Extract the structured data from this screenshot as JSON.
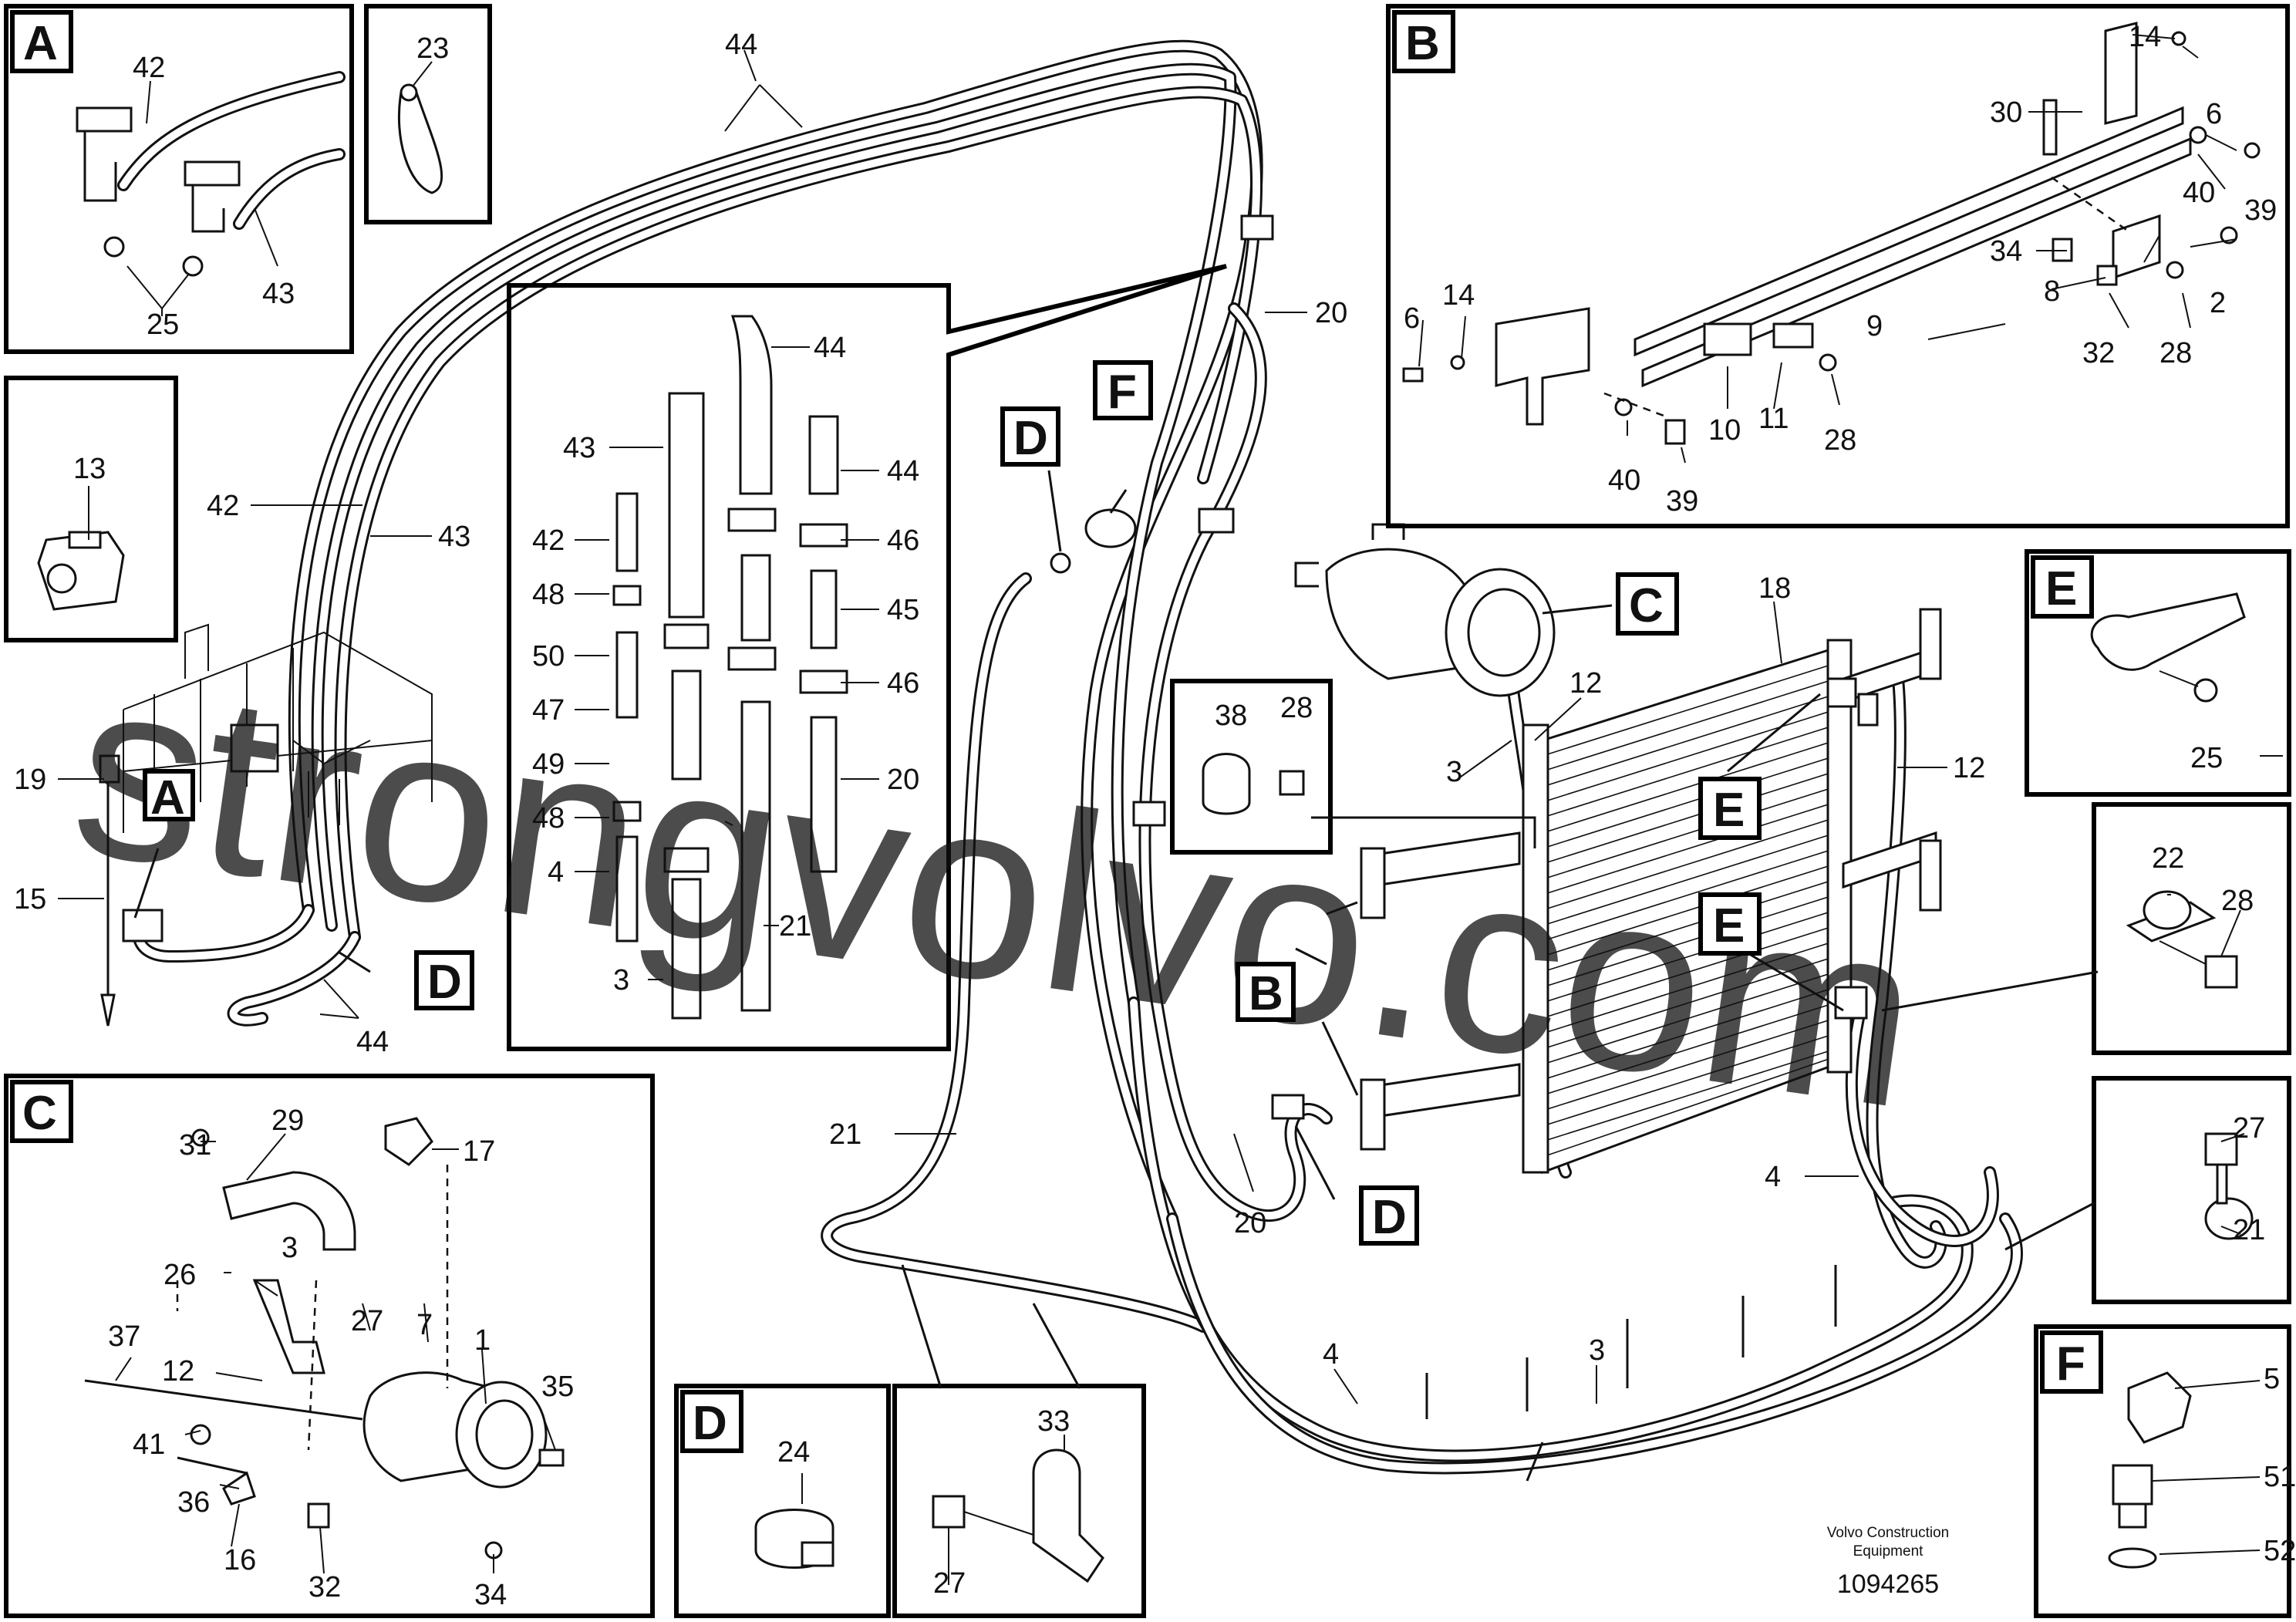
{
  "panels": {
    "A": "A",
    "B": "B",
    "C": "C",
    "D": "D",
    "E": "E",
    "F": "F"
  },
  "callouts": {
    "C": "C",
    "D1": "D",
    "D2": "D",
    "E1": "E",
    "E2": "E",
    "F": "F",
    "A_main": "A",
    "B_main": "B"
  },
  "labels": {
    "A": [
      "42",
      "25",
      "43"
    ],
    "p23": "23",
    "p13": "13",
    "B": [
      "14",
      "6",
      "30",
      "40",
      "39",
      "34",
      "8",
      "2",
      "9",
      "32",
      "28",
      "6",
      "14",
      "10",
      "11",
      "28",
      "40",
      "39"
    ],
    "E": "25",
    "p22": [
      "22",
      "28"
    ],
    "p27": [
      "27",
      "21"
    ],
    "F": [
      "5",
      "51",
      "52"
    ],
    "C": [
      "29",
      "31",
      "17",
      "26",
      "3",
      "27",
      "7",
      "37",
      "12",
      "1",
      "35",
      "41",
      "36",
      "16",
      "32",
      "34"
    ],
    "D": "24",
    "p33": [
      "33",
      "27"
    ],
    "inset": [
      "44",
      "43",
      "44",
      "42",
      "46",
      "48",
      "45",
      "50",
      "47",
      "46",
      "49",
      "20",
      "48",
      "4",
      "21",
      "3"
    ],
    "main": [
      "44",
      "42",
      "43",
      "19",
      "15",
      "44",
      "20",
      "18",
      "12",
      "3",
      "38",
      "28",
      "12",
      "21",
      "20",
      "4",
      "3",
      "4"
    ]
  },
  "footer": {
    "company": "Volvo Construction",
    "line2": "Equipment",
    "number": "1094265"
  },
  "watermark": "strongvolvo.com"
}
